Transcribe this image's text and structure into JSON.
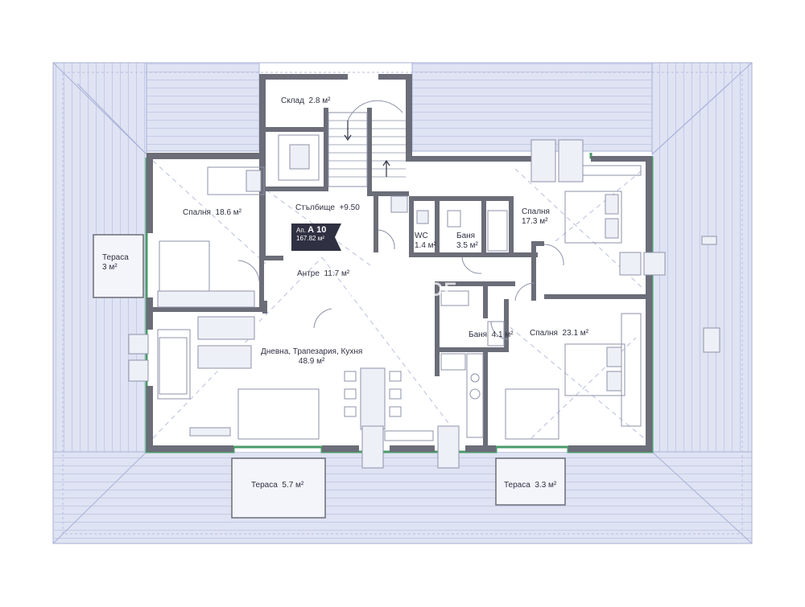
{
  "plan": {
    "apartment": {
      "prefix": "Ап.",
      "number": "А 10",
      "area": "167.82 м²"
    },
    "rooms": [
      {
        "id": "sklad",
        "name": "Склад",
        "area": "2.8 м²"
      },
      {
        "id": "stalbishte",
        "name": "Стълбище",
        "area": "+9.50"
      },
      {
        "id": "spalnya-1",
        "name": "Спалня",
        "area": "18.6 м²"
      },
      {
        "id": "terasa-1",
        "name": "Тераса",
        "area": "3 м²"
      },
      {
        "id": "antre",
        "name": "Антре",
        "area": "11.7 м²"
      },
      {
        "id": "wc",
        "name": "WC",
        "area": "1.4 м²"
      },
      {
        "id": "banya-1",
        "name": "Баня",
        "area": "3.5 м²"
      },
      {
        "id": "spalnya-2",
        "name": "Спалня",
        "area": "17.3 м²"
      },
      {
        "id": "banya-2",
        "name": "Баня",
        "area": "4.1 м²"
      },
      {
        "id": "spalnya-3",
        "name": "Спалня",
        "area": "23.1 м²"
      },
      {
        "id": "dnevna",
        "name": "Дневна, Трапезария, Кухня",
        "area": "48.9 м²"
      },
      {
        "id": "terasa-2",
        "name": "Тераса",
        "area": "5.7 м²"
      },
      {
        "id": "terasa-3",
        "name": "Тераса",
        "area": "3.3 м²"
      }
    ],
    "watermark": "ALLIANCE"
  },
  "colors": {
    "roof": "#dfe3f3",
    "wall": "#6b6d78",
    "terrace_border": "#4a9a6a",
    "badge": "#2f3142"
  }
}
